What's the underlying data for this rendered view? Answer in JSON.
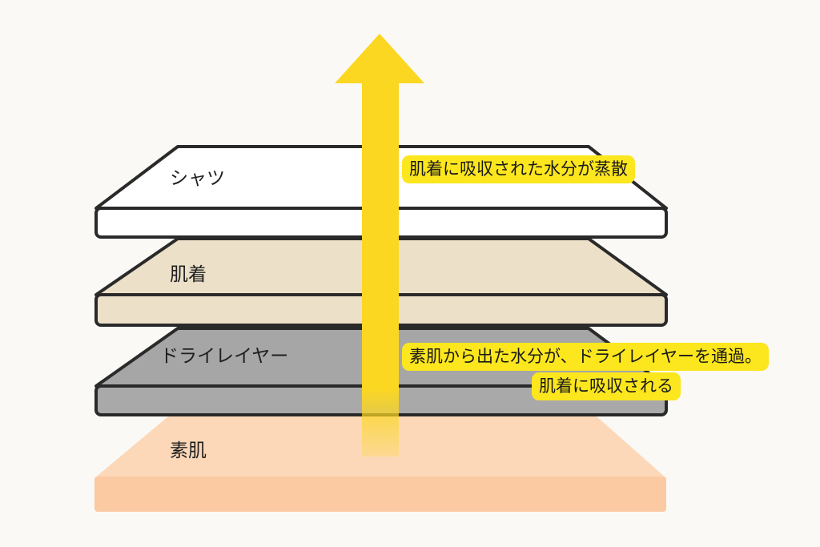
{
  "layers": {
    "shirt": "シャツ",
    "underwear": "肌着",
    "dry_layer": "ドライレイヤー",
    "skin": "素肌"
  },
  "annotations": {
    "evaporation": "肌着に吸収された水分が蒸散",
    "passage_line1": "素肌から出た水分が、ドライレイヤーを通過。",
    "passage_line2": "肌着に吸収される"
  },
  "colors": {
    "background": "#fbf9f5",
    "shirt": "#ffffff",
    "underwear": "#ece0c8",
    "dry_layer": "#a9a9a9",
    "skin": "#fcd2b0",
    "arrow": "#fcd722",
    "callout": "#fce61e",
    "outline": "#2a2a2a"
  },
  "icons": {
    "arrow": "upward-moisture-arrow-icon"
  }
}
